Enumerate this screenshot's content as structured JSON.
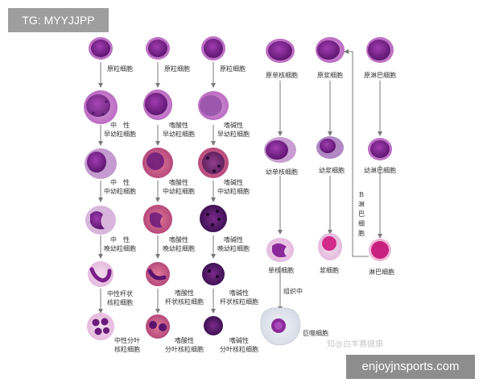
{
  "badges": {
    "tag": "TG: MYYJJPP",
    "site": "enjoyjnsports.com",
    "watermark": "知@白羊赛健康"
  },
  "colors": {
    "nucleus_dark": "#6a1a7a",
    "nucleus_mid": "#8a2a9a",
    "cytoplasm": "#c77ad0",
    "cytoplasm_pale": "#e9c8e4",
    "eos_granule": "#c8507a",
    "baso_granule": "#4a1560",
    "arrow": "#7a7a7a"
  },
  "labels": {
    "c1_r1": "原粒细胞",
    "c1_r2": "中　性\n早幼粒细胞",
    "c1_r3": "中　性\n中幼粒细胞",
    "c1_r4": "中　性\n晚幼粒细胞",
    "c1_r5": "中性杆状\n核粒细胞",
    "c1_r6": "中性分叶\n核粒细胞",
    "c2_r1": "原粒细胞",
    "c2_r2": "嗜酸性\n早幼粒细胞",
    "c2_r3": "嗜酸性\n中幼粒细胞",
    "c2_r4": "嗜酸性\n晚幼粒细胞",
    "c2_r5": "嗜酸性\n杆状核粒细胞",
    "c2_r6": "嗜酸性\n分叶核粒细胞",
    "c3_r1": "原粒细胞",
    "c3_r2": "嗜碱性\n早幼粒细胞",
    "c3_r3": "嗜碱性\n中幼粒细胞",
    "c3_r4": "嗜碱性\n晚幼粒细胞",
    "c3_r5": "嗜碱性\n杆状核粒细胞",
    "c3_r6": "嗜碱性\n分叶核粒细胞",
    "c4_r1": "原单核细胞",
    "c4_r2": "幼单核细胞",
    "c4_r3": "单核细胞",
    "c4_tissue": "组织中",
    "c4_r4": "巨噬细胞",
    "c5_r1": "原浆细胞",
    "c5_r2": "幼浆细胞",
    "c5_r3": "浆细胞",
    "c6_r1": "原淋巴细胞",
    "c6_r2": "幼淋巴细胞",
    "c6_r3": "淋巴细胞",
    "b_lymph": "B淋巴细胞"
  }
}
